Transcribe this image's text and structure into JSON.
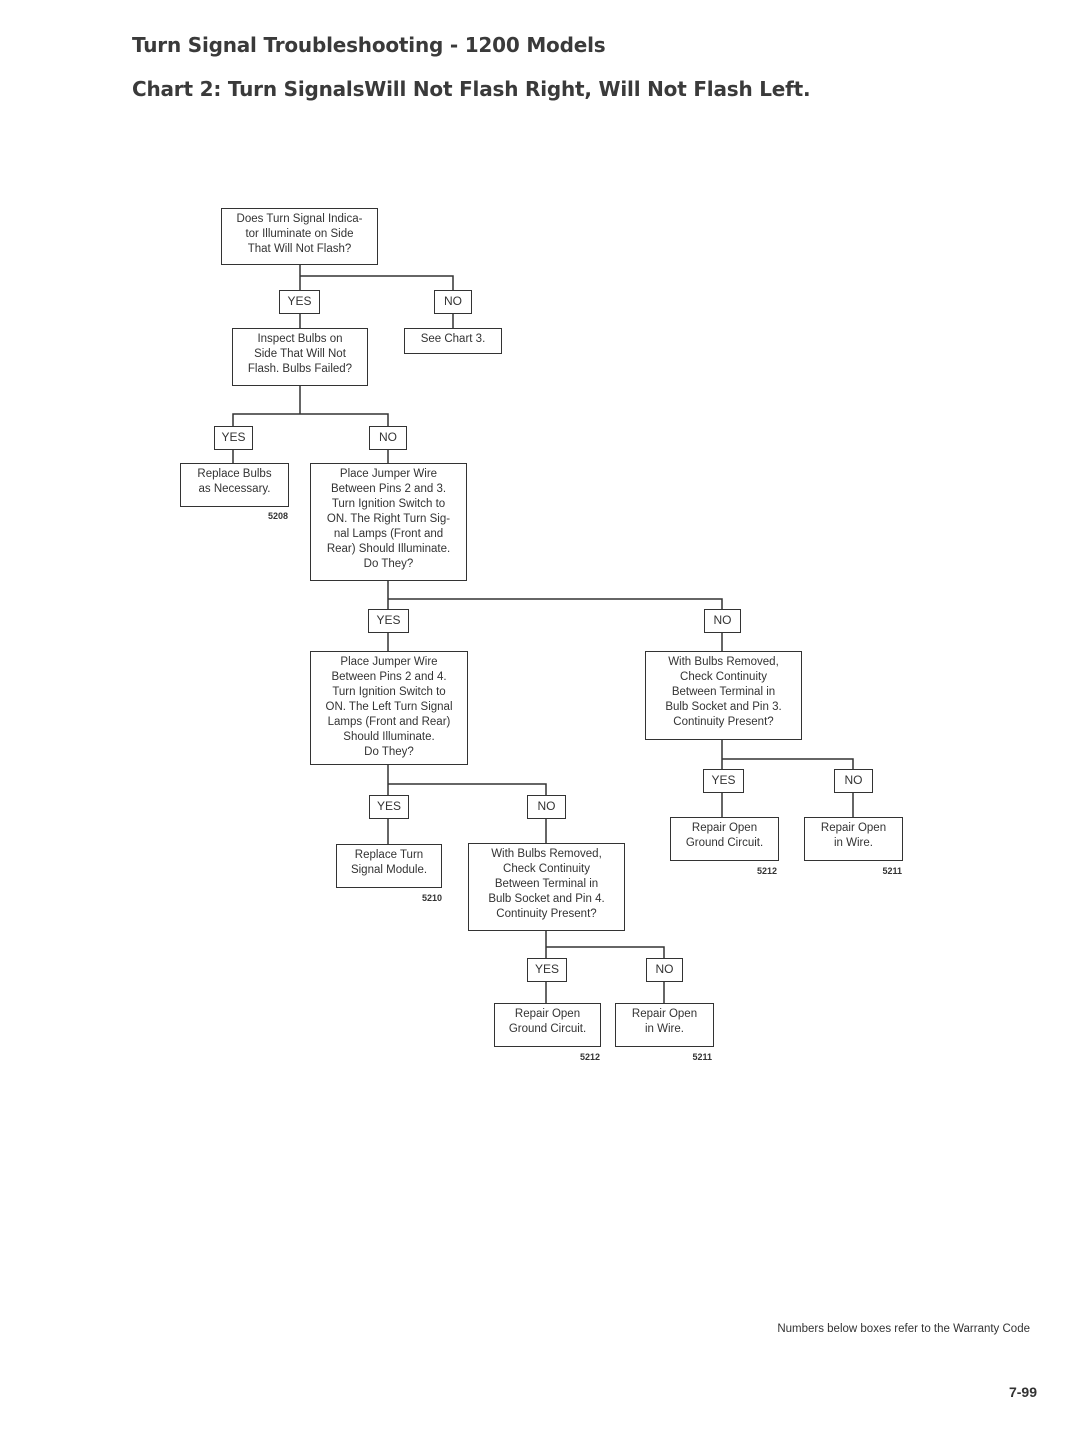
{
  "header": {
    "title": "Turn Signal Troubleshooting - 1200 Models",
    "subtitle": "Chart 2: Turn SignalsWill Not Flash Right, Will Not Flash Left."
  },
  "flowchart": {
    "q1": "Does Turn Signal Indica-\ntor Illuminate on Side\nThat Will Not Flash?",
    "q1_yes": "YES",
    "q1_no": "NO",
    "see_chart3": "See Chart 3.",
    "q2": "Inspect Bulbs on\nSide That Will Not\nFlash. Bulbs Failed?",
    "q2_yes": "YES",
    "q2_no": "NO",
    "replace_bulbs": "Replace Bulbs\nas Necessary.",
    "replace_bulbs_code": "5208",
    "q3": "Place Jumper Wire\nBetween Pins 2 and 3.\nTurn Ignition Switch to\nON. The Right Turn Sig-\nnal Lamps (Front and\nRear) Should Illuminate.\nDo They?",
    "q3_yes": "YES",
    "q3_no": "NO",
    "q4": "Place Jumper Wire\nBetween Pins 2 and 4.\nTurn Ignition Switch to\nON. The Left Turn Signal\nLamps (Front and Rear)\nShould Illuminate.\nDo They?",
    "q4_yes": "YES",
    "q4_no": "NO",
    "replace_module": "Replace Turn\nSignal Module.",
    "replace_module_code": "5210",
    "q5": "With Bulbs Removed,\nCheck Continuity\nBetween Terminal in\nBulb Socket and Pin 4.\nContinuity Present?",
    "q5_yes": "YES",
    "q5_no": "NO",
    "q5_repair_ground": "Repair Open\nGround Circuit.",
    "q5_repair_ground_code": "5212",
    "q5_repair_wire": "Repair Open\nin Wire.",
    "q5_repair_wire_code": "5211",
    "q6": "With Bulbs Removed,\nCheck Continuity\nBetween Terminal in\nBulb Socket and Pin 3.\nContinuity Present?",
    "q6_yes": "YES",
    "q6_no": "NO",
    "q6_repair_ground": "Repair Open\nGround Circuit.",
    "q6_repair_ground_code": "5212",
    "q6_repair_wire": "Repair Open\nin Wire.",
    "q6_repair_wire_code": "5211"
  },
  "footer": {
    "note": "Numbers below boxes refer to the Warranty Code",
    "page_number": "7-99"
  }
}
